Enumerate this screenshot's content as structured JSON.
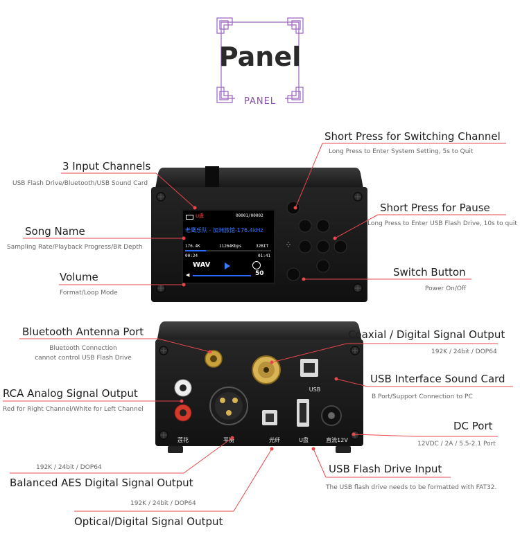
{
  "header": {
    "title": "Panel",
    "subtitle": "PANEL"
  },
  "front": {
    "screen": {
      "top_left": "U盘",
      "track_number": "00001/00002",
      "song_title": "老鹰乐队 - 加洲旅馆-176.4kHz",
      "sample_rate": "176.4K",
      "bitrate": "11264Kbps",
      "bit_depth": "32BIT",
      "elapsed": "00:24",
      "total": "01:41",
      "format": "WAV",
      "volume": "50",
      "progress_fraction": 0.24
    },
    "callouts": {
      "switch_channel": {
        "title": "Short Press for Switching Channel",
        "sub": "Long Press to Enter System Setting, 5s to Quit"
      },
      "input_channels": {
        "title": "3 Input Channels",
        "sub": "USB Flash Drive/Bluetooth/USB Sound Card"
      },
      "pause": {
        "title": "Short Press for Pause",
        "sub": "Long Press to Enter USB Flash Drive, 10s to quit"
      },
      "song_name": {
        "title": "Song Name",
        "sub": "Sampling Rate/Playback Progress/Bit Depth"
      },
      "switch_button": {
        "title": "Switch Button",
        "sub": "Power On/Off"
      },
      "volume": {
        "title": "Volume",
        "sub": "Format/Loop Mode"
      }
    }
  },
  "rear": {
    "port_labels": {
      "rca": "莲花",
      "balanced": "平衡",
      "optical": "光纤",
      "usb_flash": "U盘",
      "dc": "直流12V",
      "usb": "USB"
    },
    "callouts": {
      "bt_antenna": {
        "title": "Bluetooth Antenna Port",
        "sub1": "Bluetooth Connection",
        "sub2": "cannot control USB Flash Drive"
      },
      "coaxial": {
        "title": "Coaxial / Digital Signal Output",
        "sub": "192K / 24bit / DOP64"
      },
      "usb_sound": {
        "title": "USB Interface Sound Card",
        "sub": "B Port/Support Connection to PC"
      },
      "rca_out": {
        "title": "RCA Analog Signal Output",
        "sub": "Red for Right Channel/White for Left Channel"
      },
      "dc_port": {
        "title": "DC Port",
        "sub": "12VDC / 2A / 5.5-2.1 Port"
      },
      "aes": {
        "title": "Balanced AES Digital Signal Output",
        "sub": "192K / 24bit / DOP64"
      },
      "usb_flash_in": {
        "title": "USB Flash Drive Input",
        "sub": "The USB flash drive needs to be formatted with FAT32."
      },
      "optical": {
        "title": "Optical/Digital Signal Output",
        "sub": "192K / 24bit / DOP64"
      }
    }
  },
  "colors": {
    "accent": "#e8474c",
    "lcd_blue": "#2a6bff",
    "frame_purple": "#8a4fb0"
  }
}
